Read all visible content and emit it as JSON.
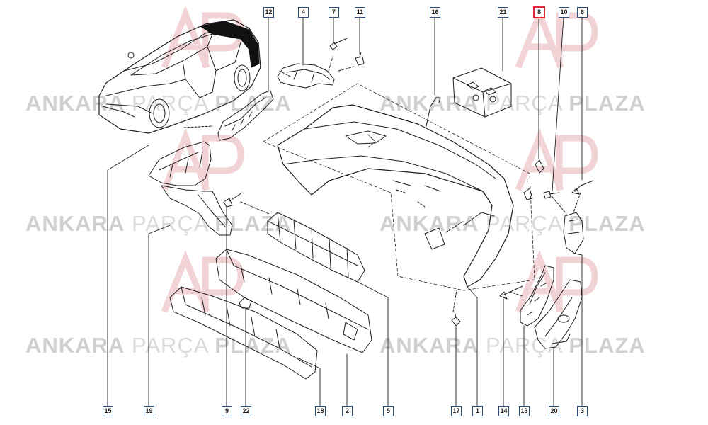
{
  "watermark": {
    "word1": "ANKARA",
    "word2": "PARÇA",
    "word3": "PLAZA",
    "logo_letters": "AP",
    "logo_color": "#e4a0a4"
  },
  "callouts": {
    "top": [
      "12",
      "4",
      "7",
      "11",
      "16",
      "21",
      "8",
      "10",
      "6"
    ],
    "bottom": [
      "15",
      "19",
      "9",
      "22",
      "18",
      "2",
      "5",
      "17",
      "1",
      "14",
      "13",
      "20",
      "3"
    ]
  },
  "highlighted_callout": "8",
  "colors": {
    "line": "#1e1e1e",
    "callout_border": "#2a4e7a",
    "highlight": "#e0262f"
  }
}
